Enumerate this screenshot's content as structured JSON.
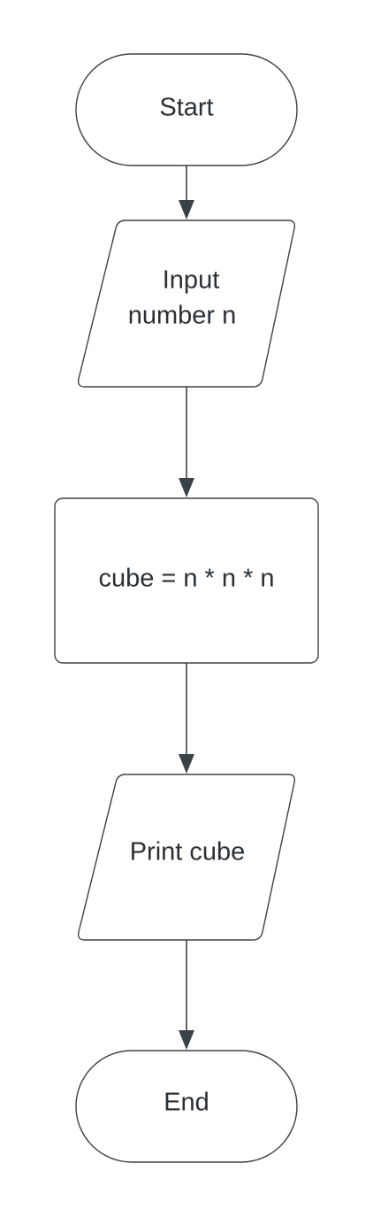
{
  "diagram": {
    "type": "flowchart",
    "line_color": "#3b4247",
    "text_color": "#2a3035",
    "fill_color": "#ffffff",
    "nodes": [
      {
        "id": "start",
        "shape": "terminator",
        "lines": [
          "Start"
        ]
      },
      {
        "id": "input",
        "shape": "data",
        "lines": [
          "Input",
          "number n"
        ]
      },
      {
        "id": "compute",
        "shape": "process",
        "lines": [
          "cube = n * n * n"
        ]
      },
      {
        "id": "output",
        "shape": "data",
        "lines": [
          "Print cube"
        ]
      },
      {
        "id": "end",
        "shape": "terminator",
        "lines": [
          "End"
        ]
      }
    ],
    "edges": [
      {
        "from": "start",
        "to": "input"
      },
      {
        "from": "input",
        "to": "compute"
      },
      {
        "from": "compute",
        "to": "output"
      },
      {
        "from": "output",
        "to": "end"
      }
    ]
  }
}
